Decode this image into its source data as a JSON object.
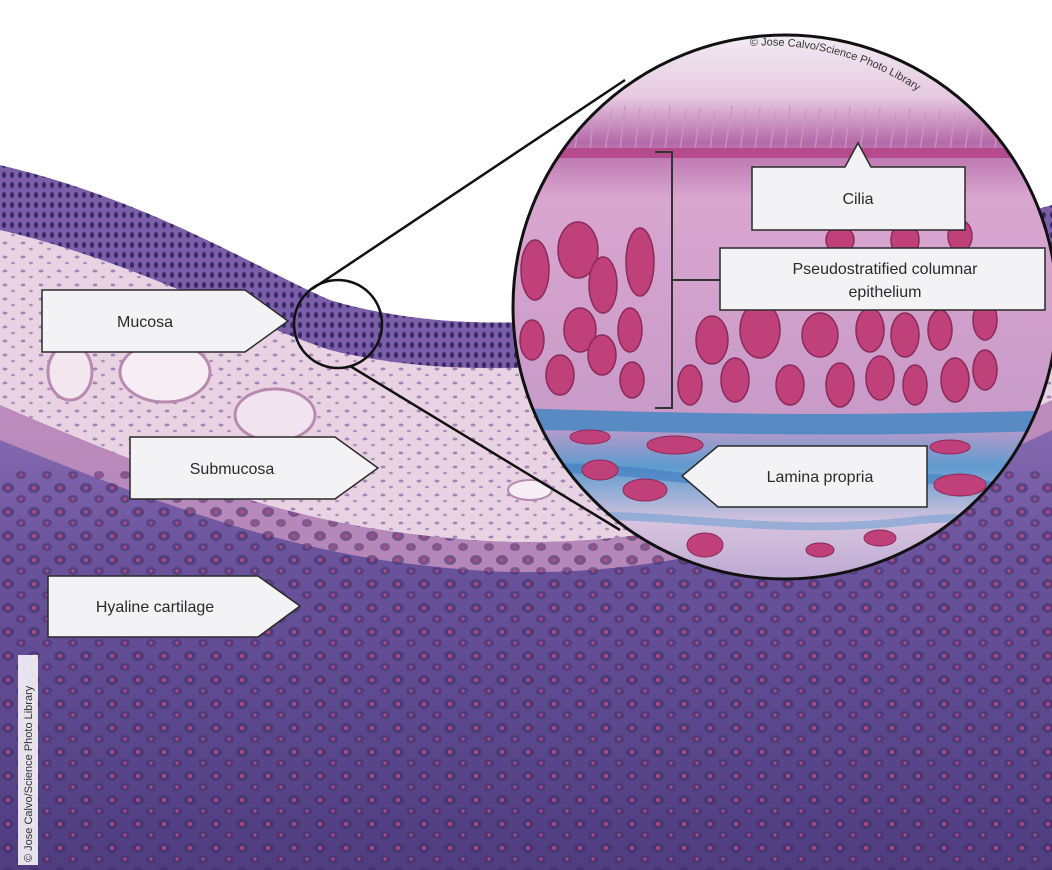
{
  "labels": {
    "mucosa": "Mucosa",
    "submucosa": "Submucosa",
    "hyaline_cartilage": "Hyaline cartilage",
    "cilia": "Cilia",
    "pseudostratified_line1": "Pseudostratified columnar",
    "pseudostratified_line2": "epithelium",
    "lamina_propria": "Lamina propria"
  },
  "credits": {
    "top": "© Jose Calvo/Science Photo Library",
    "side": "© Jose Calvo/Science Photo Library"
  },
  "colors": {
    "cartilage": "#5f4a92",
    "cartilage_light": "#8a6fb4",
    "matrix_pink": "#c98ab8",
    "epithelium_purple": "#5a3f86",
    "stroma_pink": "#ead0e0",
    "lamina_blue": "#3f86c2",
    "nucleus_pink": "#c23a72",
    "callout_fill": "#f3f2f4",
    "callout_stroke": "#2a2a2a"
  }
}
